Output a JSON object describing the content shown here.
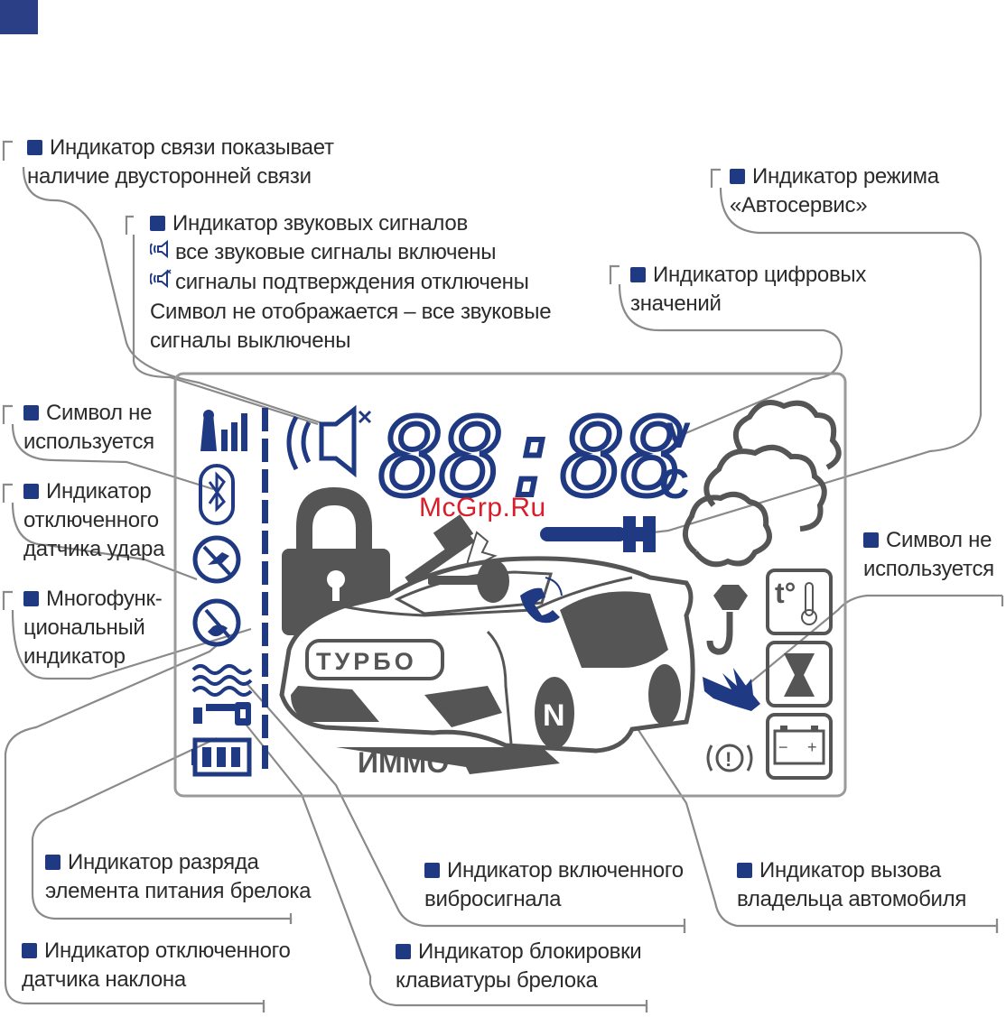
{
  "colors": {
    "accent": "#1f3a82",
    "display_dark": "#555555",
    "frame": "#9a9a9a",
    "watermark": "#d81e2a"
  },
  "watermark": "McGrp.Ru",
  "display": {
    "digits": "88:88",
    "unit_v": "V",
    "unit_c": "C",
    "turbo": "ТУРБО",
    "immo": "ИММО",
    "gear": "N",
    "thermo_label": "t°",
    "battery_minus": "−",
    "battery_plus": "+",
    "warn_mark": "!"
  },
  "labels": {
    "link": {
      "l1": "Индикатор связи показывает",
      "l2": "наличие двусторонней связи"
    },
    "sound": {
      "l1": "Индикатор звуковых сигналов",
      "l2": "все звуковые сигналы включены",
      "l3": "сигналы подтверждения отключены",
      "l4": "Символ не отображается – все звуковые",
      "l5": "сигналы выключены"
    },
    "autoservice": {
      "l1": "Индикатор режима",
      "l2": "«Автосервис»"
    },
    "digital": {
      "l1": "Индикатор цифровых",
      "l2": "значений"
    },
    "unused_left": {
      "l1": "Символ не",
      "l2": "используется"
    },
    "shock_off": {
      "l1": "Индикатор",
      "l2": "отключенного",
      "l3": "датчика удара"
    },
    "multi": {
      "l1": "Многофунк-",
      "l2": "циональный",
      "l3": "индикатор"
    },
    "unused_right": {
      "l1": "Символ не",
      "l2": "используется"
    },
    "battery_low": {
      "l1": "Индикатор разряда",
      "l2": "элемента питания брелока"
    },
    "vibro": {
      "l1": "Индикатор включенного",
      "l2": "вибросигнала"
    },
    "call_owner": {
      "l1": "Индикатор вызова",
      "l2": "владельца автомобиля"
    },
    "tilt_off": {
      "l1": "Индикатор отключенного",
      "l2": "датчика наклона"
    },
    "keylock": {
      "l1": "Индикатор блокировки",
      "l2": "клавиатуры брелока"
    }
  },
  "icons": [
    "signal-icon",
    "speaker-icon",
    "bluetooth-icon",
    "shock-off-icon",
    "multi-indicator-icon",
    "vibro-icon",
    "keylock-icon",
    "battery-fob-icon",
    "padlock-icon",
    "hammer-icon",
    "key-icon",
    "phone-icon",
    "smoke-icon",
    "wrench-icon",
    "crane-hook-icon",
    "hand-icon",
    "thermometer-icon",
    "hourglass-icon",
    "car-battery-icon",
    "brake-warning-icon",
    "car-icon"
  ]
}
